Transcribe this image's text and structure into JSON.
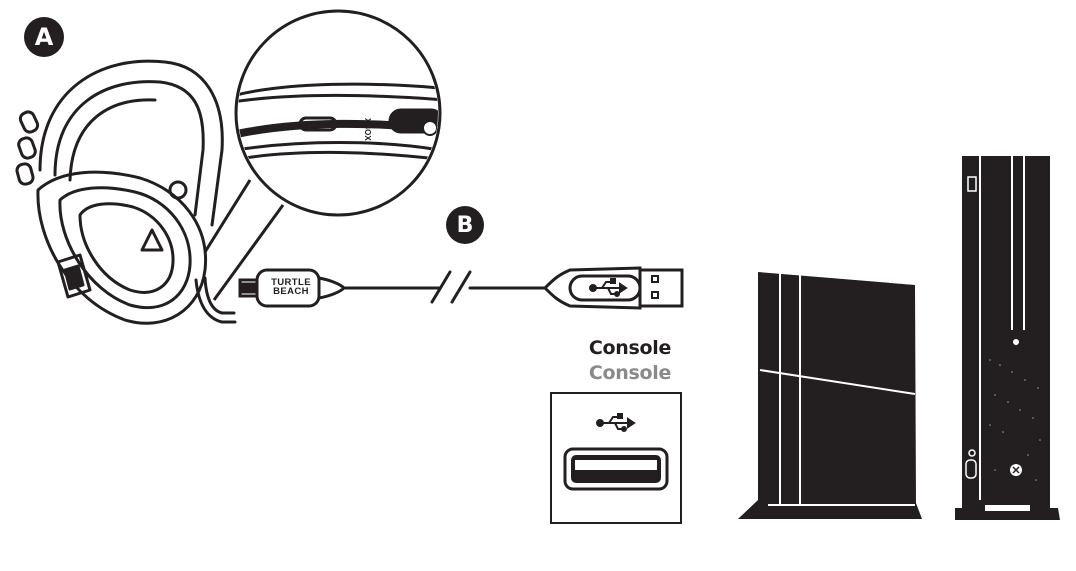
{
  "markers": {
    "a": "A",
    "b": "B"
  },
  "connector": {
    "brand_line1": "TURTLE",
    "brand_line2": "BEACH"
  },
  "headset_switch": {
    "label": "XBOX"
  },
  "console_labels": [
    "Console",
    "Console"
  ],
  "colors": {
    "ink": "#231f20",
    "secondary_text": "#8a8a8a",
    "background": "#ffffff"
  },
  "icons": [
    "usb-symbol-icon",
    "usb-port-icon",
    "headset",
    "playstation-console",
    "xbox-console"
  ]
}
